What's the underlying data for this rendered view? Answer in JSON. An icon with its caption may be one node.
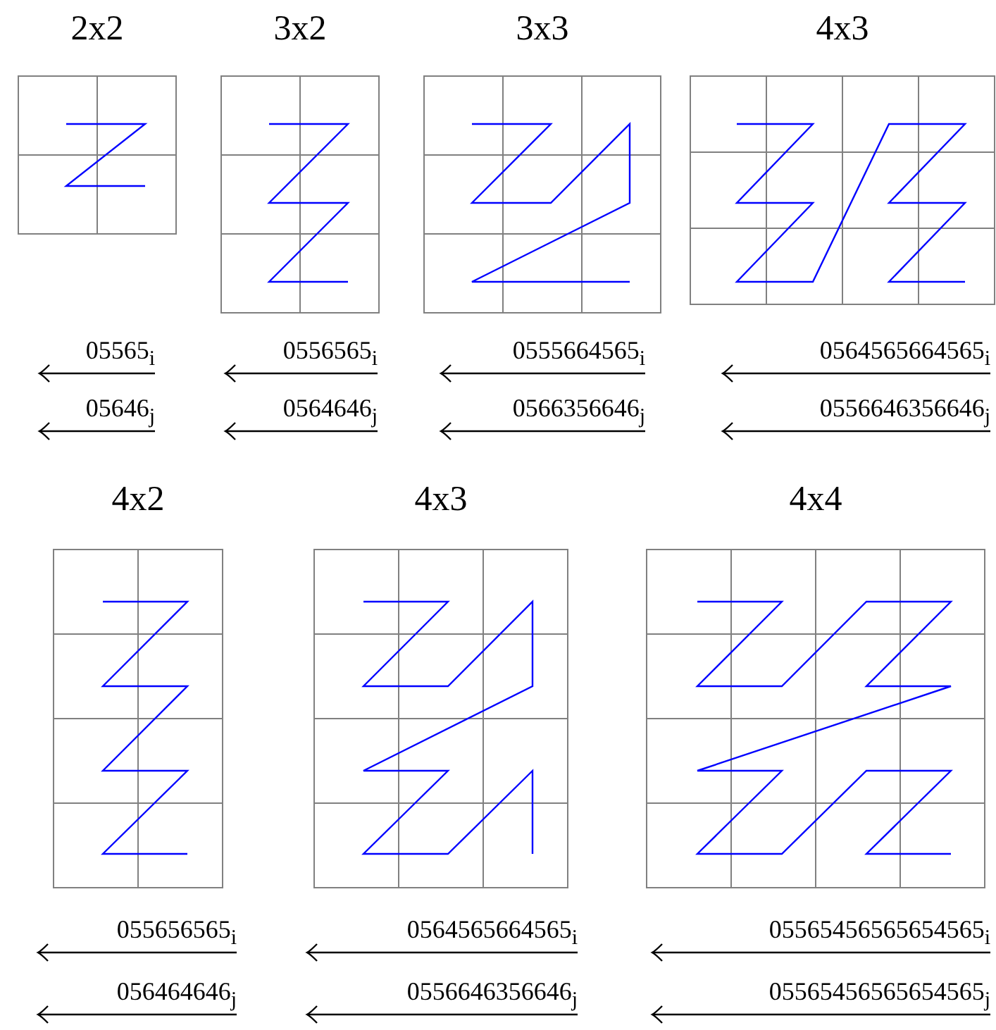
{
  "diagram": {
    "labels": [
      "2x2",
      "3x2",
      "3x3",
      "4x3",
      "05565$_{i}$",
      "0556565$_{i}$",
      "0555664565$_{i}$",
      "0564565664565$_{i}$",
      "05646$_{j}$",
      "0564646$_{j}$",
      "0566356646$_{j}$",
      "0556646356646$_{j}$",
      "4x2",
      "4x3",
      "4x4",
      "055656565$_{i}$",
      "0564565664565$_{i}$",
      "05565456565654565$_{i}$",
      "056464646$_{j}$",
      "0556646356646$_{j}$",
      "05565456565654565$_{j}$"
    ]
  }
}
